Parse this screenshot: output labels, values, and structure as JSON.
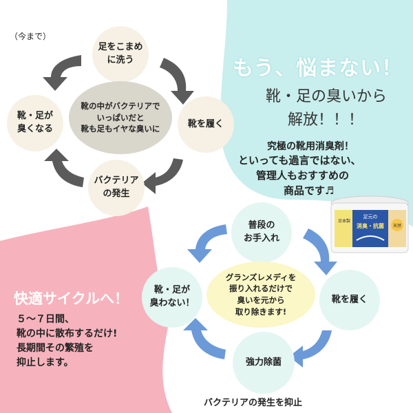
{
  "top_note": "（今まで）",
  "old_cycle": {
    "wash": "足をこまめ\nに洗う",
    "wear": "靴を履く",
    "bacteria": "バクテリア\nの発生",
    "smell": "靴・足が\n臭くなる",
    "center": "靴の中がバクテリアで\nいっぱいだと\n靴も足もイヤな臭いに"
  },
  "hero": {
    "headline": "もう、悩まない！",
    "line1": "靴・足の臭いから",
    "line2": "解放！！！"
  },
  "pitch": {
    "line1": "究極の靴用消臭剤！",
    "line2": "といっても過言ではない、",
    "line3": "管理人もおすすめの",
    "line4": "商品です♬"
  },
  "new_cycle": {
    "care": "普段の\nお手入れ",
    "wear": "靴を履く",
    "remove": "強力除菌",
    "nosmell": "靴・足が\n臭わない！",
    "center": "グランズレメディを\n振り入れるだけで\n臭いを元から\n取り除きます!",
    "caption": "バクテリアの発生を抑止"
  },
  "pink_panel": {
    "title": "快適サイクルへ！",
    "body": "５〜７日間、\n靴の中に散布するだけ!\n長期間その繁殖を\n抑止します。"
  },
  "jar_label": {
    "top": "足元の",
    "main": "消臭・抗菌",
    "badge": "天然",
    "side": "日本製"
  },
  "colors": {
    "mint_bg": "#c9eeee",
    "pink_bg": "#f6b3bd",
    "old_arrow": "#5b5b5b",
    "new_arrow": "#6c9ad8"
  }
}
